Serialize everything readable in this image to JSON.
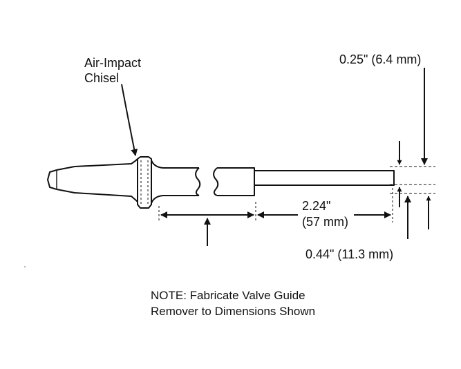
{
  "labels": {
    "tool_line1": "Air-Impact",
    "tool_line2": "Chisel",
    "dia_small": "0.25\" (6.4 mm)",
    "length_in": "2.24\"",
    "length_mm": "(57 mm)",
    "dia_large": "0.44\" (11.3 mm)"
  },
  "note": {
    "line1": "NOTE: Fabricate Valve Guide",
    "line2": "Remover to Dimensions Shown"
  },
  "colors": {
    "ink": "#111111",
    "paper": "#ffffff"
  }
}
